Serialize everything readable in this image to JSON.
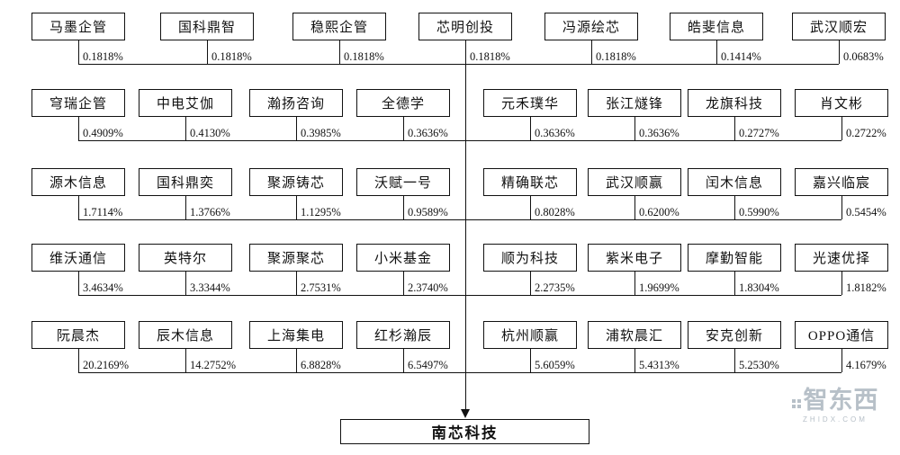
{
  "diagram": {
    "type": "shareholding-structure",
    "target": {
      "label": "南芯科技"
    },
    "line_color": "#111111"
  },
  "rows": [
    {
      "items": [
        {
          "name": "马墨企管",
          "pct": "0.1818%"
        },
        {
          "name": "国科鼎智",
          "pct": "0.1818%"
        },
        {
          "name": "稳熙企管",
          "pct": "0.1818%"
        },
        {
          "name": "芯明创投",
          "pct": "0.1818%"
        },
        {
          "name": "冯源绘芯",
          "pct": "0.1818%"
        },
        {
          "name": "皓斐信息",
          "pct": "0.1414%"
        },
        {
          "name": "武汉顺宏",
          "pct": "0.0683%"
        }
      ]
    },
    {
      "items": [
        {
          "name": "穹瑞企管",
          "pct": "0.4909%"
        },
        {
          "name": "中电艾伽",
          "pct": "0.4130%"
        },
        {
          "name": "瀚扬咨询",
          "pct": "0.3985%"
        },
        {
          "name": "全德学",
          "pct": "0.3636%"
        },
        {
          "name": "元禾璞华",
          "pct": "0.3636%"
        },
        {
          "name": "张江燧锋",
          "pct": "0.3636%"
        },
        {
          "name": "龙旗科技",
          "pct": "0.2727%"
        },
        {
          "name": "肖文彬",
          "pct": "0.2722%"
        }
      ]
    },
    {
      "items": [
        {
          "name": "源木信息",
          "pct": "1.7114%"
        },
        {
          "name": "国科鼎奕",
          "pct": "1.3766%"
        },
        {
          "name": "聚源铸芯",
          "pct": "1.1295%"
        },
        {
          "name": "沃赋一号",
          "pct": "0.9589%"
        },
        {
          "name": "精确联芯",
          "pct": "0.8028%"
        },
        {
          "name": "武汉顺赢",
          "pct": "0.6200%"
        },
        {
          "name": "闰木信息",
          "pct": "0.5990%"
        },
        {
          "name": "嘉兴临宸",
          "pct": "0.5454%"
        }
      ]
    },
    {
      "items": [
        {
          "name": "维沃通信",
          "pct": "3.4634%"
        },
        {
          "name": "英特尔",
          "pct": "3.3344%"
        },
        {
          "name": "聚源聚芯",
          "pct": "2.7531%"
        },
        {
          "name": "小米基金",
          "pct": "2.3740%"
        },
        {
          "name": "顺为科技",
          "pct": "2.2735%"
        },
        {
          "name": "紫米电子",
          "pct": "1.9699%"
        },
        {
          "name": "摩勤智能",
          "pct": "1.8304%"
        },
        {
          "name": "光速优择",
          "pct": "1.8182%"
        }
      ]
    },
    {
      "items": [
        {
          "name": "阮晨杰",
          "pct": "20.2169%"
        },
        {
          "name": "辰木信息",
          "pct": "14.2752%"
        },
        {
          "name": "上海集电",
          "pct": "6.8828%"
        },
        {
          "name": "红杉瀚辰",
          "pct": "6.5497%"
        },
        {
          "name": "杭州顺赢",
          "pct": "5.6059%"
        },
        {
          "name": "浦软晨汇",
          "pct": "5.4313%"
        },
        {
          "name": "安克创新",
          "pct": "5.2530%"
        },
        {
          "name": "OPPO通信",
          "pct": "4.1679%"
        }
      ]
    }
  ],
  "target": {
    "label": "南芯科技"
  },
  "watermark": {
    "brand": "智东西",
    "sub": "ZHIDX.COM"
  }
}
